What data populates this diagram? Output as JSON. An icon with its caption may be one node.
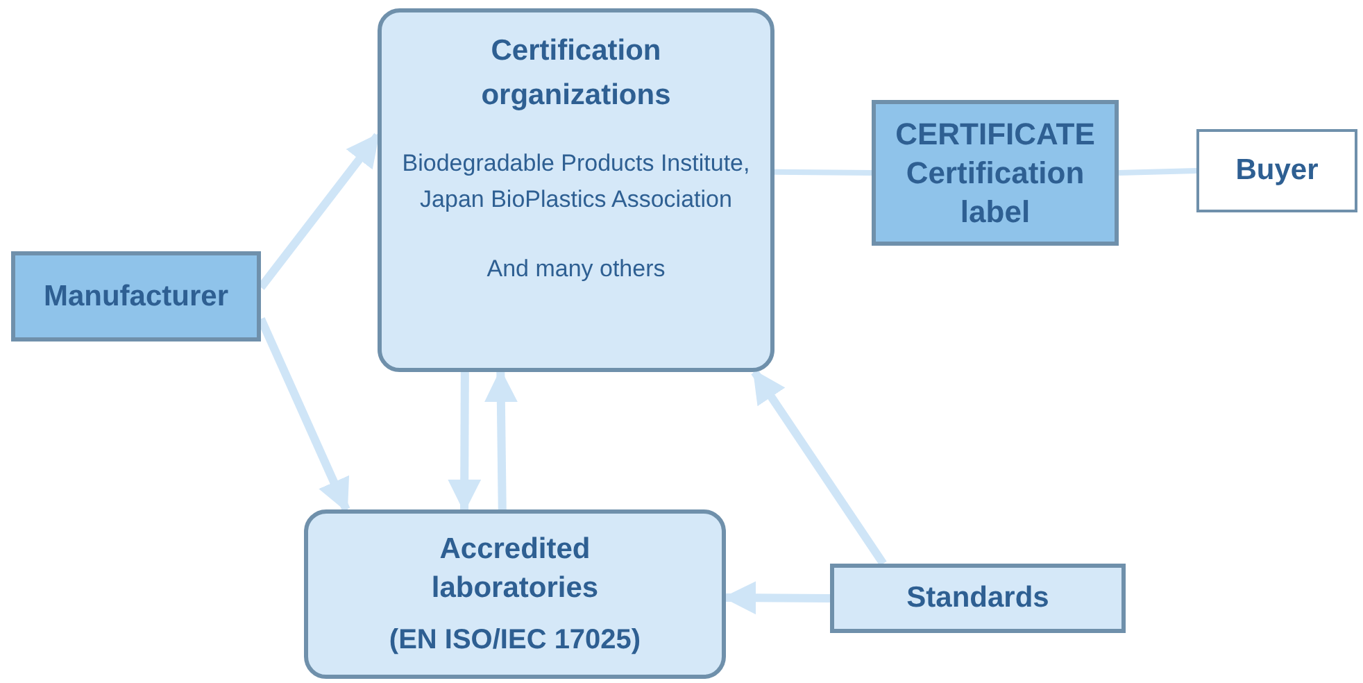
{
  "diagram": {
    "nodes": [
      {
        "text": [
          "Manufacturer"
        ]
      },
      {
        "text": [
          "Certification organizations",
          "Biodegradable Products Institute, Japan BioPlastics Association",
          "And many others"
        ]
      },
      {
        "text": [
          "CERTIFICATE",
          "Certification label"
        ]
      },
      {
        "text": [
          "Buyer"
        ]
      },
      {
        "text": [
          "Accredited laboratories",
          "(EN ISO/IEC 17025)"
        ]
      },
      {
        "text": [
          "Standards"
        ]
      }
    ],
    "edges": [
      {
        "from": 0,
        "to": 1,
        "arrow": "to"
      },
      {
        "from": 0,
        "to": 4,
        "arrow": "to"
      },
      {
        "from": 1,
        "to": 4,
        "arrow": "to"
      },
      {
        "from": 4,
        "to": 1,
        "arrow": "to"
      },
      {
        "from": 5,
        "to": 1,
        "arrow": "to"
      },
      {
        "from": 5,
        "to": 4,
        "arrow": "to"
      },
      {
        "from": 1,
        "to": 2,
        "arrow": "none"
      },
      {
        "from": 2,
        "to": 3,
        "arrow": "none"
      }
    ]
  }
}
